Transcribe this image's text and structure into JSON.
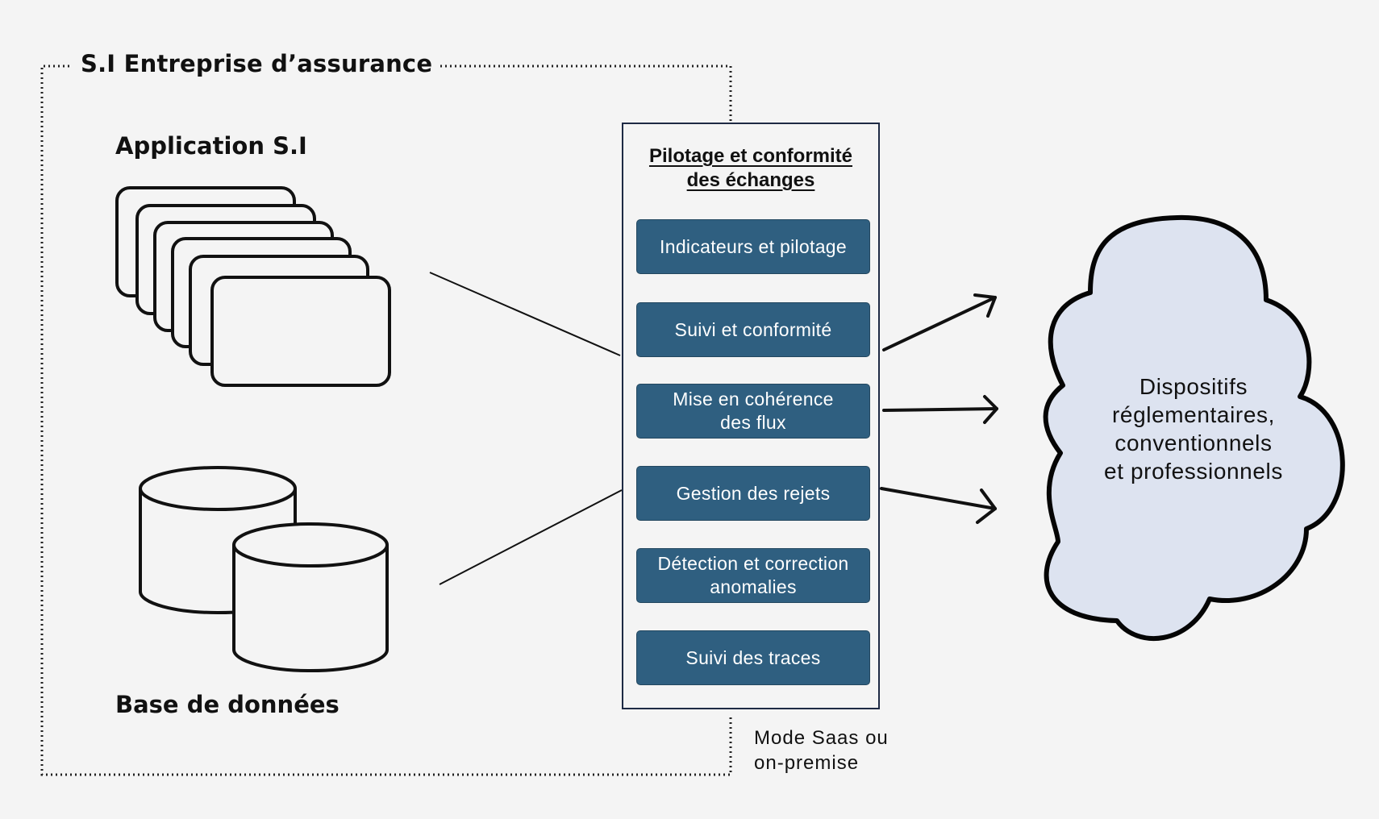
{
  "diagram": {
    "si_boundary_title": "S.I Entreprise d’assurance",
    "application_title": "Application S.I",
    "database_title": "Base de données",
    "panel": {
      "title_line1": "Pilotage et conformité",
      "title_line2": "des échanges",
      "features": [
        {
          "line1": "Indicateurs et pilotage",
          "line2": ""
        },
        {
          "line1": "Suivi et conformité",
          "line2": ""
        },
        {
          "line1": "Mise en cohérence",
          "line2": "des flux"
        },
        {
          "line1": "Gestion des rejets",
          "line2": ""
        },
        {
          "line1": "Détection et correction",
          "line2": "anomalies"
        },
        {
          "line1": "Suivi des traces",
          "line2": ""
        }
      ]
    },
    "deployment_label_line1": "Mode Saas ou",
    "deployment_label_line2": "on-premise",
    "cloud": {
      "line1": "Dispositifs",
      "line2": "réglementaires,",
      "line3": "conventionnels",
      "line4": "et professionnels"
    },
    "colors": {
      "background": "#f4f4f4",
      "feature_box": "#2f5f80",
      "cloud_fill": "#dde3f0",
      "panel_border": "#1e2a44"
    }
  }
}
